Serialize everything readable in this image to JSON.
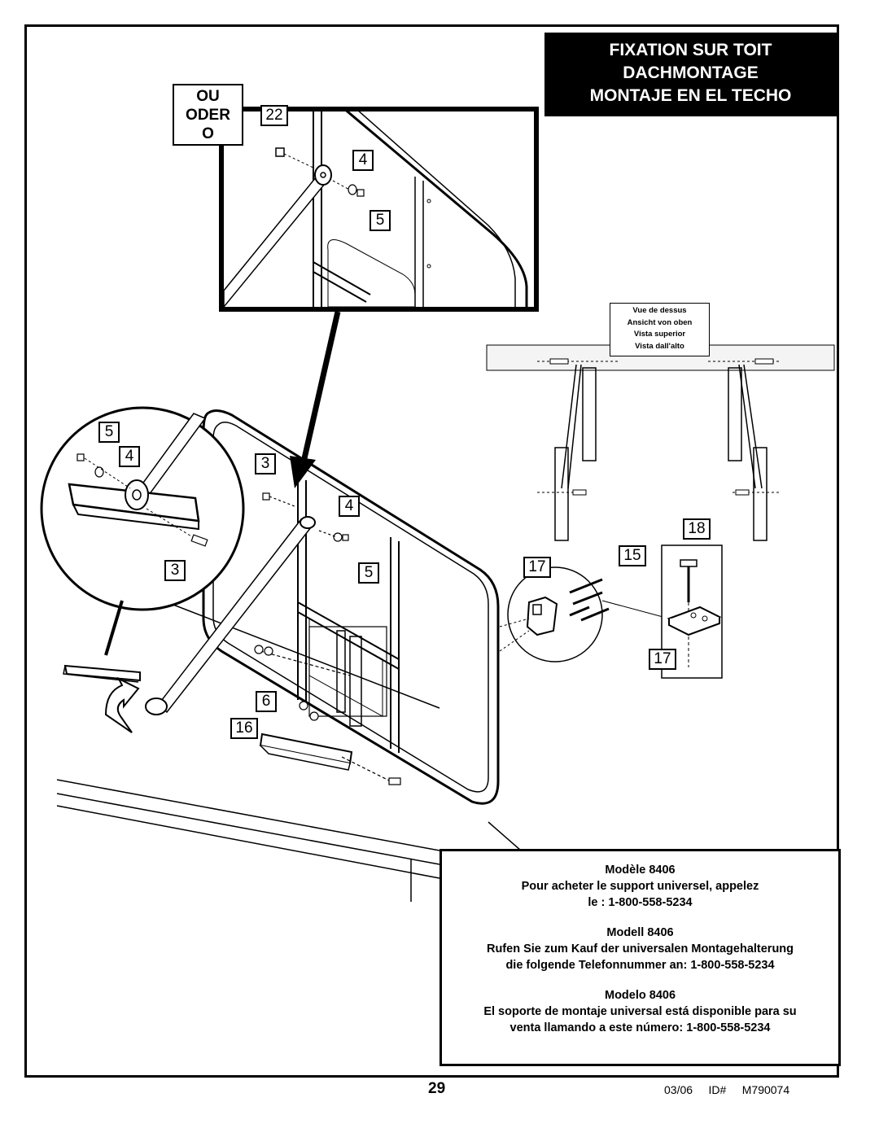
{
  "title": {
    "line1": "FIXATION SUR TOIT",
    "line2": "DACHMONTAGE",
    "line3": "MONTAJE EN EL TECHO"
  },
  "or_box": {
    "line1": "OU",
    "line2": "ODER",
    "line3": "O"
  },
  "callouts": {
    "inset_22": "22",
    "inset_4": "4",
    "inset_5": "5",
    "circle_5": "5",
    "circle_4": "4",
    "circle_3": "3",
    "main_3": "3",
    "main_4": "4",
    "main_5": "5",
    "main_6": "6",
    "main_16": "16",
    "right_18": "18",
    "right_15": "15",
    "right_17a": "17",
    "right_17b": "17"
  },
  "top_view": {
    "fr": "Vue de dessus",
    "de": "Ansicht von oben",
    "es": "Vista superior",
    "it": "Vista dall'alto"
  },
  "info": {
    "fr_model": "Modèle 8406",
    "fr_text1": "Pour acheter le support universel, appelez",
    "fr_text2": "le : 1-800-558-5234",
    "de_model": "Modell 8406",
    "de_text1": "Rufen Sie zum Kauf der universalen Montagehalterung",
    "de_text2": "die folgende Telefonnummer an: 1-800-558-5234",
    "es_model": "Modelo 8406",
    "es_text1": "El soporte de montaje universal está disponible para su",
    "es_text2": "venta llamando a este número: 1-800-558-5234"
  },
  "footer": {
    "page_number": "29",
    "date": "03/06",
    "id_label": "ID#",
    "id_value": "M790074"
  }
}
